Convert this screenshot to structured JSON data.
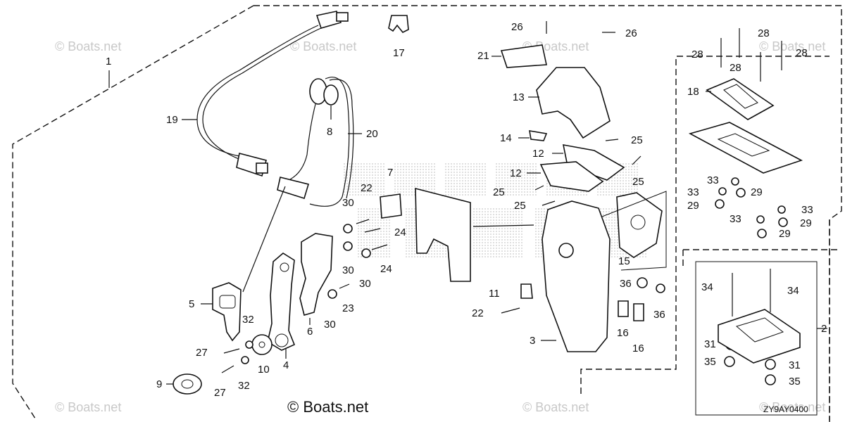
{
  "credit": "© Boats.net",
  "diagram_code": "ZY9AY0400",
  "watermark_text": "© Boats.net",
  "part_numbers": {
    "p1": "1",
    "p2": "2",
    "p3": "3",
    "p4": "4",
    "p5": "5",
    "p6": "6",
    "p7": "7",
    "p8": "8",
    "p9": "9",
    "p10": "10",
    "p11": "11",
    "p12": "12",
    "p13": "13",
    "p14": "14",
    "p15": "15",
    "p16": "16",
    "p17": "17",
    "p18": "18",
    "p19": "19",
    "p20": "20",
    "p21": "21",
    "p22": "22",
    "p23": "23",
    "p24": "24",
    "p25": "25",
    "p26": "26",
    "p27": "27",
    "p28": "28",
    "p29": "29",
    "p30": "30",
    "p31": "31",
    "p32": "32",
    "p33": "33",
    "p34": "34",
    "p35": "35",
    "p36": "36"
  },
  "colors": {
    "ink": "#111111",
    "watermark": "#c8c8c8",
    "background": "#ffffff"
  }
}
